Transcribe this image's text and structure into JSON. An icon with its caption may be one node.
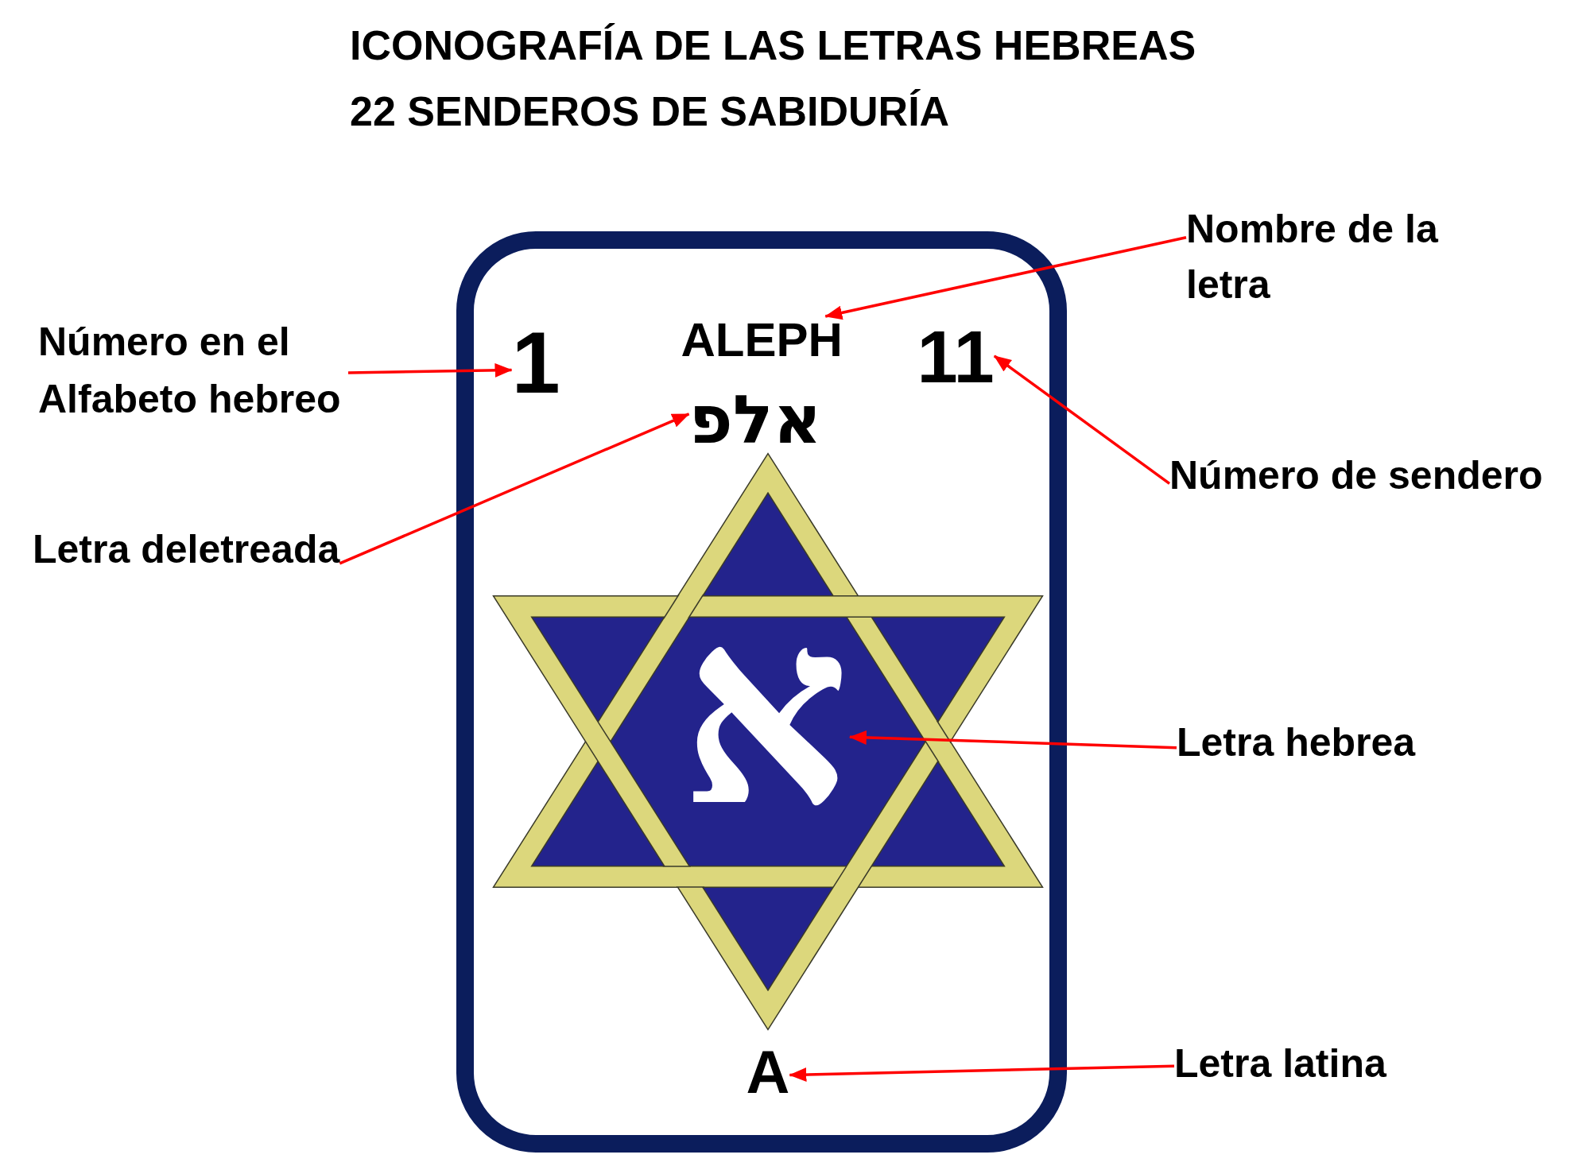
{
  "diagram": {
    "title": "ICONOGRAFÍA DE LAS LETRAS HEBREAS 22 SENDEROS DE SABIDURÍA",
    "nodes": [
      {
        "text": [
          "Nombre de la letra"
        ]
      },
      {
        "text": [],
        "shape": "box"
      },
      {
        "text": [
          "1"
        ],
        "in": 1
      },
      {
        "text": [
          "ALEPH"
        ],
        "in": 1
      },
      {
        "text": [
          "11"
        ],
        "in": 1
      },
      {
        "text": [
          "אלפ"
        ],
        "in": 1
      },
      {
        "text": [],
        "shape": "star",
        "in": 1
      },
      {
        "text": [
          "א"
        ],
        "in": 6
      },
      {
        "text": [
          "A"
        ],
        "in": 1
      },
      {
        "text": [
          "Número en el Alfabeto hebreo"
        ]
      },
      {
        "text": [
          "Número de sendero"
        ]
      },
      {
        "text": [
          "Letra deletreada"
        ]
      },
      {
        "text": [
          "Letra hebrea"
        ]
      },
      {
        "text": [
          "Letra latina"
        ]
      }
    ],
    "edges": [
      {
        "from": 0,
        "to": 3,
        "arrow": "to"
      },
      {
        "from": 9,
        "to": 2,
        "arrow": "to"
      },
      {
        "from": 10,
        "to": 4,
        "arrow": "to"
      },
      {
        "from": 11,
        "to": 5,
        "arrow": "to"
      },
      {
        "from": 12,
        "to": 7,
        "arrow": "to"
      },
      {
        "from": 13,
        "to": 8,
        "arrow": "to"
      }
    ]
  }
}
